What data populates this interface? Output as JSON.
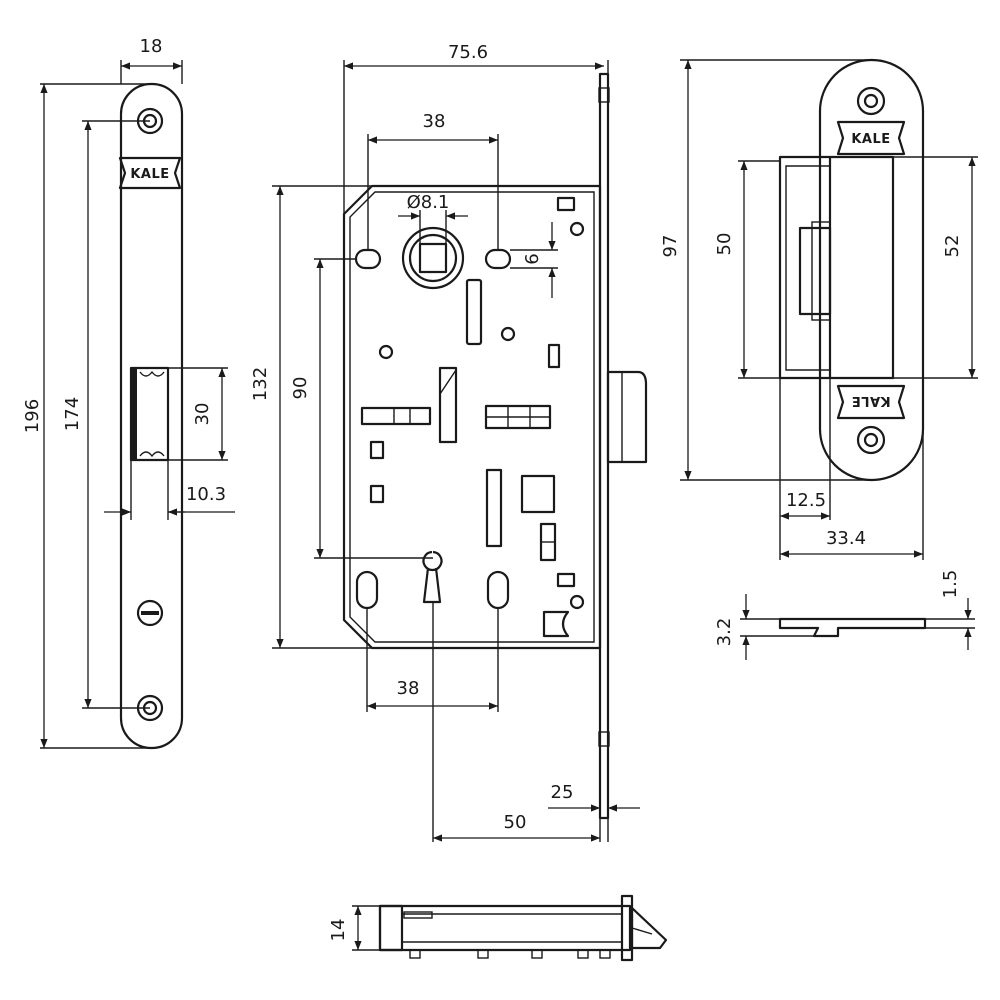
{
  "brand": "KALE",
  "dims": {
    "faceplate_width": "18",
    "faceplate_height": "196",
    "faceplate_hole_spacing": "174",
    "latch_opening": "30",
    "latch_offset": "10.3",
    "case_width": "75.6",
    "spindle_spacing_top": "38",
    "spindle_diameter": "Ø8.1",
    "spindle_offset": "6",
    "case_height": "132",
    "centre_distance": "90",
    "key_spacing_bottom": "38",
    "faceplate_offset": "25",
    "backset": "50",
    "strike_height": "97",
    "strike_inner": "50",
    "strike_opening": "52",
    "strike_lip": "12.5",
    "strike_width": "33.4",
    "strike_thickness": "1.5",
    "strike_total_thickness": "3.2",
    "lock_depth": "14"
  }
}
